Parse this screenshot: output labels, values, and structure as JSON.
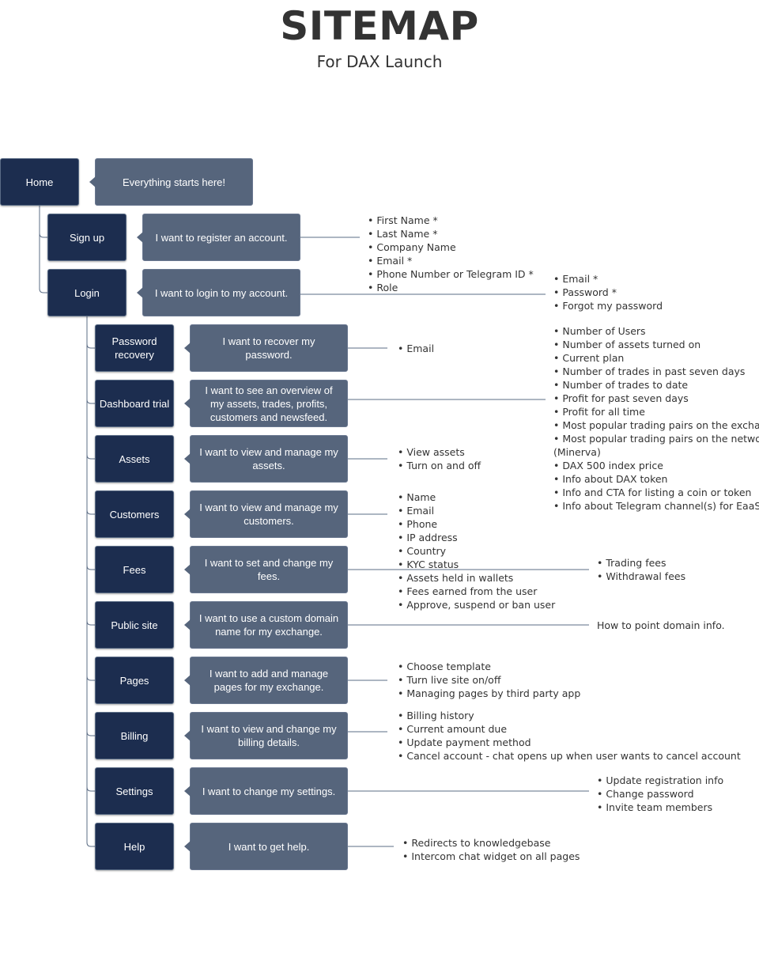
{
  "title": "SITEMAP",
  "subtitle": "For DAX Launch",
  "colors": {
    "node": "#1c2d4f",
    "callout": "#56657c",
    "line": "#5b6c84",
    "text": "#333333"
  },
  "nodes": [
    {
      "id": "home",
      "label": "Home",
      "callout": "Everything starts here!"
    },
    {
      "id": "sign-up",
      "label": "Sign up",
      "callout": "I want to register an account."
    },
    {
      "id": "login",
      "label": "Login",
      "callout": "I want to login to my account."
    },
    {
      "id": "password-recovery",
      "label": "Password recovery",
      "callout": "I want to recover my password."
    },
    {
      "id": "dashboard-trial",
      "label": "Dashboard trial",
      "callout": "I want to see an overview of my assets, trades, profits, customers and newsfeed."
    },
    {
      "id": "assets",
      "label": "Assets",
      "callout": "I want to view and manage my assets."
    },
    {
      "id": "customers",
      "label": "Customers",
      "callout": "I want to view and manage my customers."
    },
    {
      "id": "fees",
      "label": "Fees",
      "callout": "I want to set and change my fees."
    },
    {
      "id": "public-site",
      "label": "Public site",
      "callout": "I want to use a custom domain name for my exchange."
    },
    {
      "id": "pages",
      "label": "Pages",
      "callout": "I want to add and manage pages for my exchange."
    },
    {
      "id": "billing",
      "label": "Billing",
      "callout": "I want to view and change my billing details."
    },
    {
      "id": "settings",
      "label": "Settings",
      "callout": "I want to change my settings."
    },
    {
      "id": "help",
      "label": "Help",
      "callout": "I want to get help."
    }
  ],
  "details": {
    "signup": [
      "First Name *",
      "Last Name *",
      "Company Name",
      "Email *",
      "Phone Number or Telegram ID *",
      "Role"
    ],
    "login": [
      "Email *",
      "Password *",
      "Forgot my password"
    ],
    "password_recovery": [
      "Email"
    ],
    "dashboard": [
      "Number of Users",
      "Number of assets turned on",
      "Current plan",
      "Number of trades in past seven days",
      "Number of trades to date",
      "Profit for past seven days",
      "Profit for all time",
      "Most popular trading pairs on the exchange",
      "Most popular trading pairs on the network",
      "(Minerva)",
      "DAX 500 index price",
      "Info about DAX token",
      "Info and CTA for listing a coin or token",
      "Info about Telegram channel(s) for EaaS"
    ],
    "assets": [
      "View assets",
      "Turn on and off"
    ],
    "customers": [
      "Name",
      "Email",
      "Phone",
      "IP address",
      "Country",
      "KYC status",
      "Assets held in wallets",
      "Fees earned from the user",
      "Approve, suspend or ban user"
    ],
    "fees": [
      "Trading fees",
      "Withdrawal fees"
    ],
    "public_site": "How to point domain info.",
    "pages": [
      "Choose template",
      "Turn live site on/off",
      "Managing pages by third party app"
    ],
    "billing": [
      "Billing history",
      "Current amount due",
      "Update payment method",
      "Cancel account - chat opens up when user wants to cancel account"
    ],
    "settings": [
      "Update registration info",
      "Change password",
      "Invite team members"
    ],
    "help": [
      "Redirects to knowledgebase",
      "Intercom chat widget on all pages"
    ]
  }
}
